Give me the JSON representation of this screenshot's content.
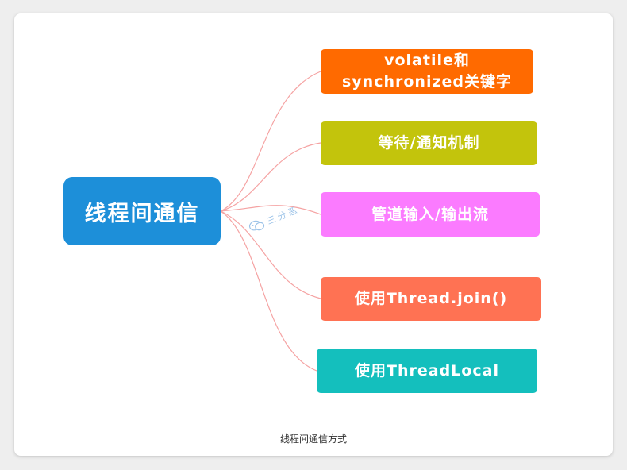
{
  "diagram": {
    "root": {
      "label": "线程间通信",
      "color": "#1d8fd9"
    },
    "branches": [
      {
        "label": "volatile和\nsynchronized关键字",
        "color": "#ff6a00"
      },
      {
        "label": "等待/通知机制",
        "color": "#c3c40c"
      },
      {
        "label": "管道输入/输出流",
        "color": "#fb7bff"
      },
      {
        "label": "使用Thread.join()",
        "color": "#ff7253"
      },
      {
        "label": "使用ThreadLocal",
        "color": "#14bfbd"
      }
    ],
    "connector_color": "#f5a3a3",
    "watermark": {
      "text": "三 分 恶",
      "icon": "wechat-bubble-icon"
    }
  },
  "caption": "线程间通信方式"
}
